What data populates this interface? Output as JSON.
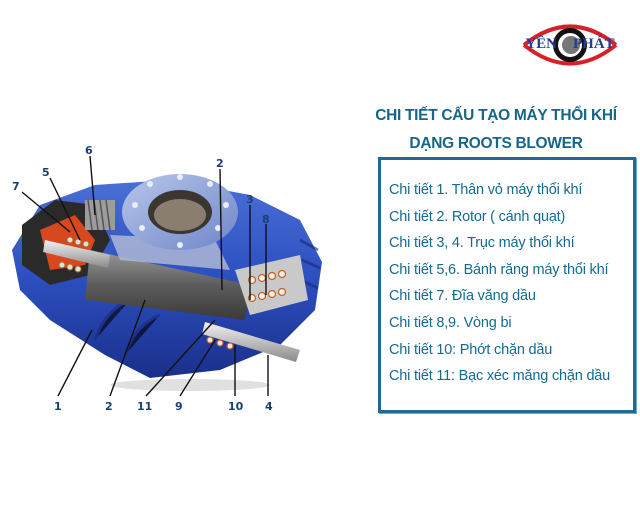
{
  "logo": {
    "text_left": "YÊN",
    "text_right": "PHÁT",
    "colors": {
      "ring": "#d4222a",
      "text": "#1f3f94",
      "eye": "#111111",
      "pupil": "#777777"
    }
  },
  "title": {
    "line1": "CHI TIẾT CẤU TẠO MÁY THỔI KHÍ",
    "line2": "DẠNG ROOTS BLOWER",
    "color": "#16658a"
  },
  "legend": {
    "border_color": "#1c6c97",
    "items": [
      "Chi tiết 1. Thân vỏ máy thổi khí",
      "Chi tiết 2. Rotor ( cánh quạt)",
      "Chi tiết 3, 4. Trục máy thổi khí",
      "Chi tiết 5,6. Bánh răng máy thổi khí",
      "Chi tiết 7. Đĩa văng dầu",
      "Chi tiết 8,9. Vòng bi",
      "Chi tiết 10: Phớt chặn dầu",
      "Chi tiết 11: Bạc xéc măng chặn dầu"
    ]
  },
  "diagram": {
    "subject": "roots-blower-cutaway",
    "callouts_top": [
      {
        "label": "6"
      },
      {
        "label": "5"
      },
      {
        "label": "7"
      },
      {
        "label": "2"
      },
      {
        "label": "3"
      },
      {
        "label": "8"
      }
    ],
    "callouts_bottom": [
      {
        "label": "1"
      },
      {
        "label": "2"
      },
      {
        "label": "11"
      },
      {
        "label": "9"
      },
      {
        "label": "10"
      },
      {
        "label": "4"
      }
    ]
  }
}
